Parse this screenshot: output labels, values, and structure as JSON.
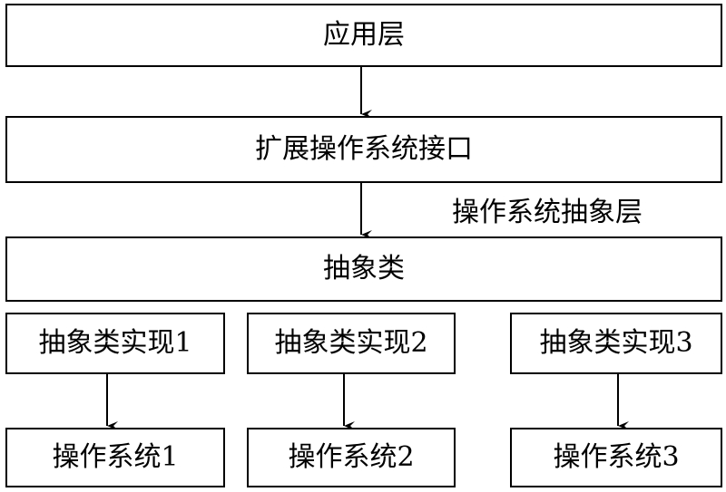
{
  "layers": {
    "application": "应用层",
    "extended_interface": "扩展操作系统接口",
    "abstraction_layer_label": "操作系统抽象层",
    "abstract_class": "抽象类"
  },
  "implementations": [
    {
      "label": "抽象类实现1"
    },
    {
      "label": "抽象类实现2"
    },
    {
      "label": "抽象类实现3"
    }
  ],
  "operating_systems": [
    {
      "label": "操作系统1"
    },
    {
      "label": "操作系统2"
    },
    {
      "label": "操作系统3"
    }
  ],
  "colors": {
    "stroke": "#000000",
    "background": "#ffffff"
  }
}
